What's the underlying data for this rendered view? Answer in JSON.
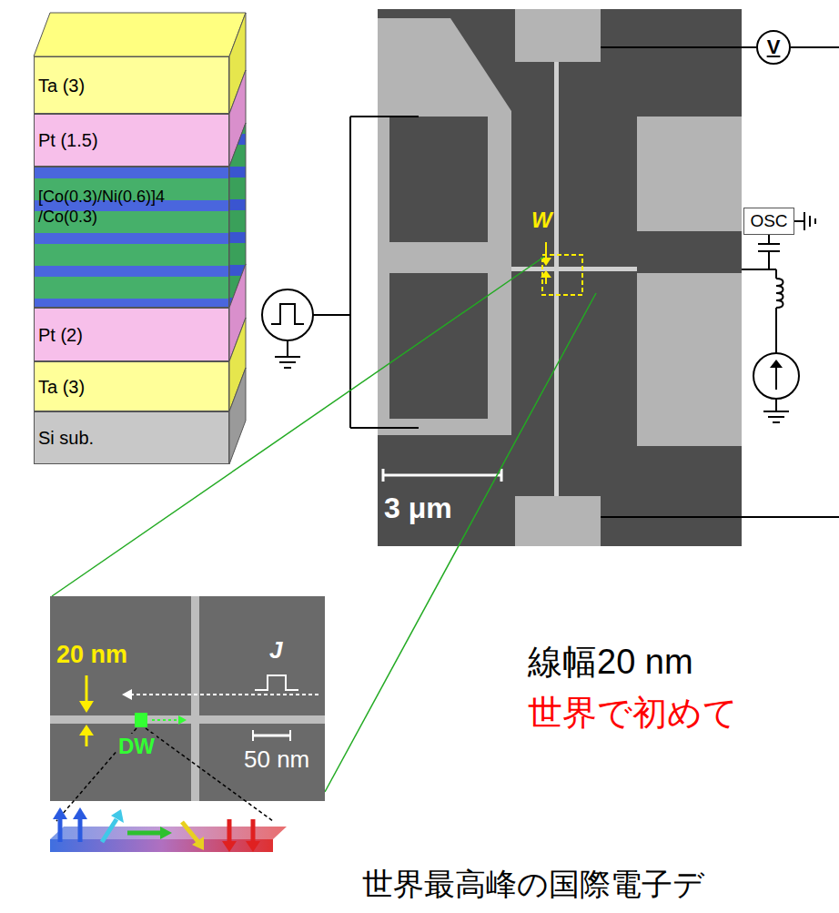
{
  "diagram": {
    "nodes": [
      {
        "text": [
          "Ta (3)"
        ]
      },
      {
        "text": [
          "Pt (1.5)"
        ]
      },
      {
        "text": [
          "[Co(0.3)/Ni(0.6)]4",
          "/Co(0.3)"
        ]
      },
      {
        "text": [
          "Pt (2)"
        ]
      },
      {
        "text": [
          "Ta (3)"
        ]
      },
      {
        "text": [
          "Si sub."
        ]
      },
      {
        "text": [
          "V"
        ]
      },
      {
        "text": [
          "OSC"
        ]
      }
    ],
    "labels": [
      "W",
      "3 μm",
      "20 nm",
      "J",
      "DW",
      "50 nm",
      "線幅20 nm",
      "世界で初めて",
      "世界最高峰の国際電子デ"
    ]
  }
}
